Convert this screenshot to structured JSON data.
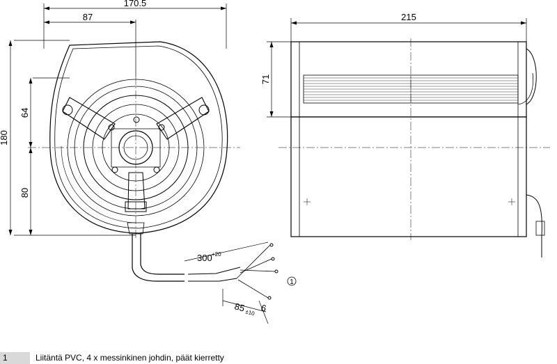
{
  "dimensions": {
    "front_width": "170.5",
    "hub_offset": "87",
    "total_height": "180",
    "upper_height": "64",
    "lower_height": "80",
    "side_width": "215",
    "side_height": "71",
    "cable_length": "300",
    "cable_tol": "+20",
    "strip_length": "85",
    "strip_tol": "±10",
    "strip_end": "6"
  },
  "callout": "1",
  "legend": {
    "number": "1",
    "text": "Liitäntä PVC, 4 x messinkinen johdin, päät kierretty"
  }
}
